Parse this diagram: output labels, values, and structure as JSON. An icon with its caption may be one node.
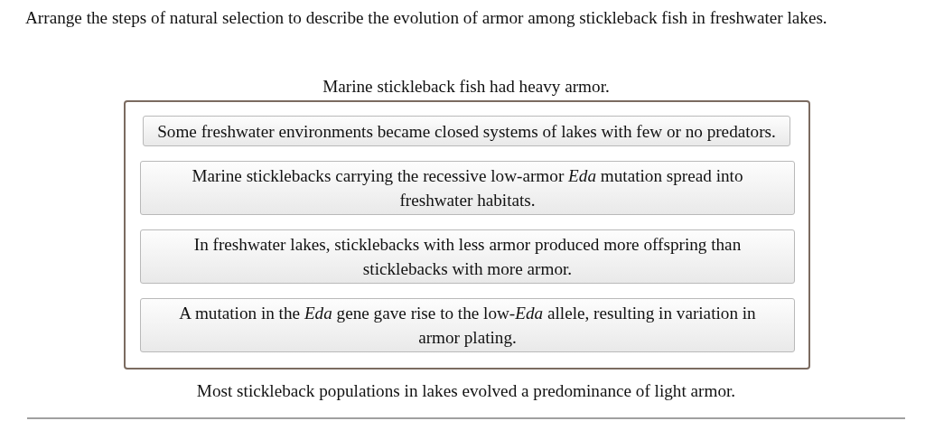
{
  "diagram": {
    "title": "Arrange the steps of natural selection to describe the evolution of armor among stickleback fish in freshwater lakes.",
    "nodes": [
      {
        "text": [],
        "shape": "box"
      },
      {
        "text": [
          "Some freshwater environments became closed systems of lakes with few or no predators."
        ],
        "in": 0
      },
      {
        "text": [
          "Marine sticklebacks carrying the recessive low-armor *Eda* mutation spread into freshwater habitats."
        ],
        "in": 0
      },
      {
        "text": [
          "In freshwater lakes, sticklebacks with less armor produced more offspring than sticklebacks with more armor."
        ],
        "in": 0
      },
      {
        "text": [
          "A mutation in the *Eda* gene gave rise to the low-*Eda* allele, resulting in variation in armor plating."
        ],
        "in": 0
      }
    ],
    "edges": [],
    "labels": [
      "Marine stickleback fish had heavy armor.",
      "Most stickleback populations in lakes evolved a predominance of light armor."
    ]
  }
}
